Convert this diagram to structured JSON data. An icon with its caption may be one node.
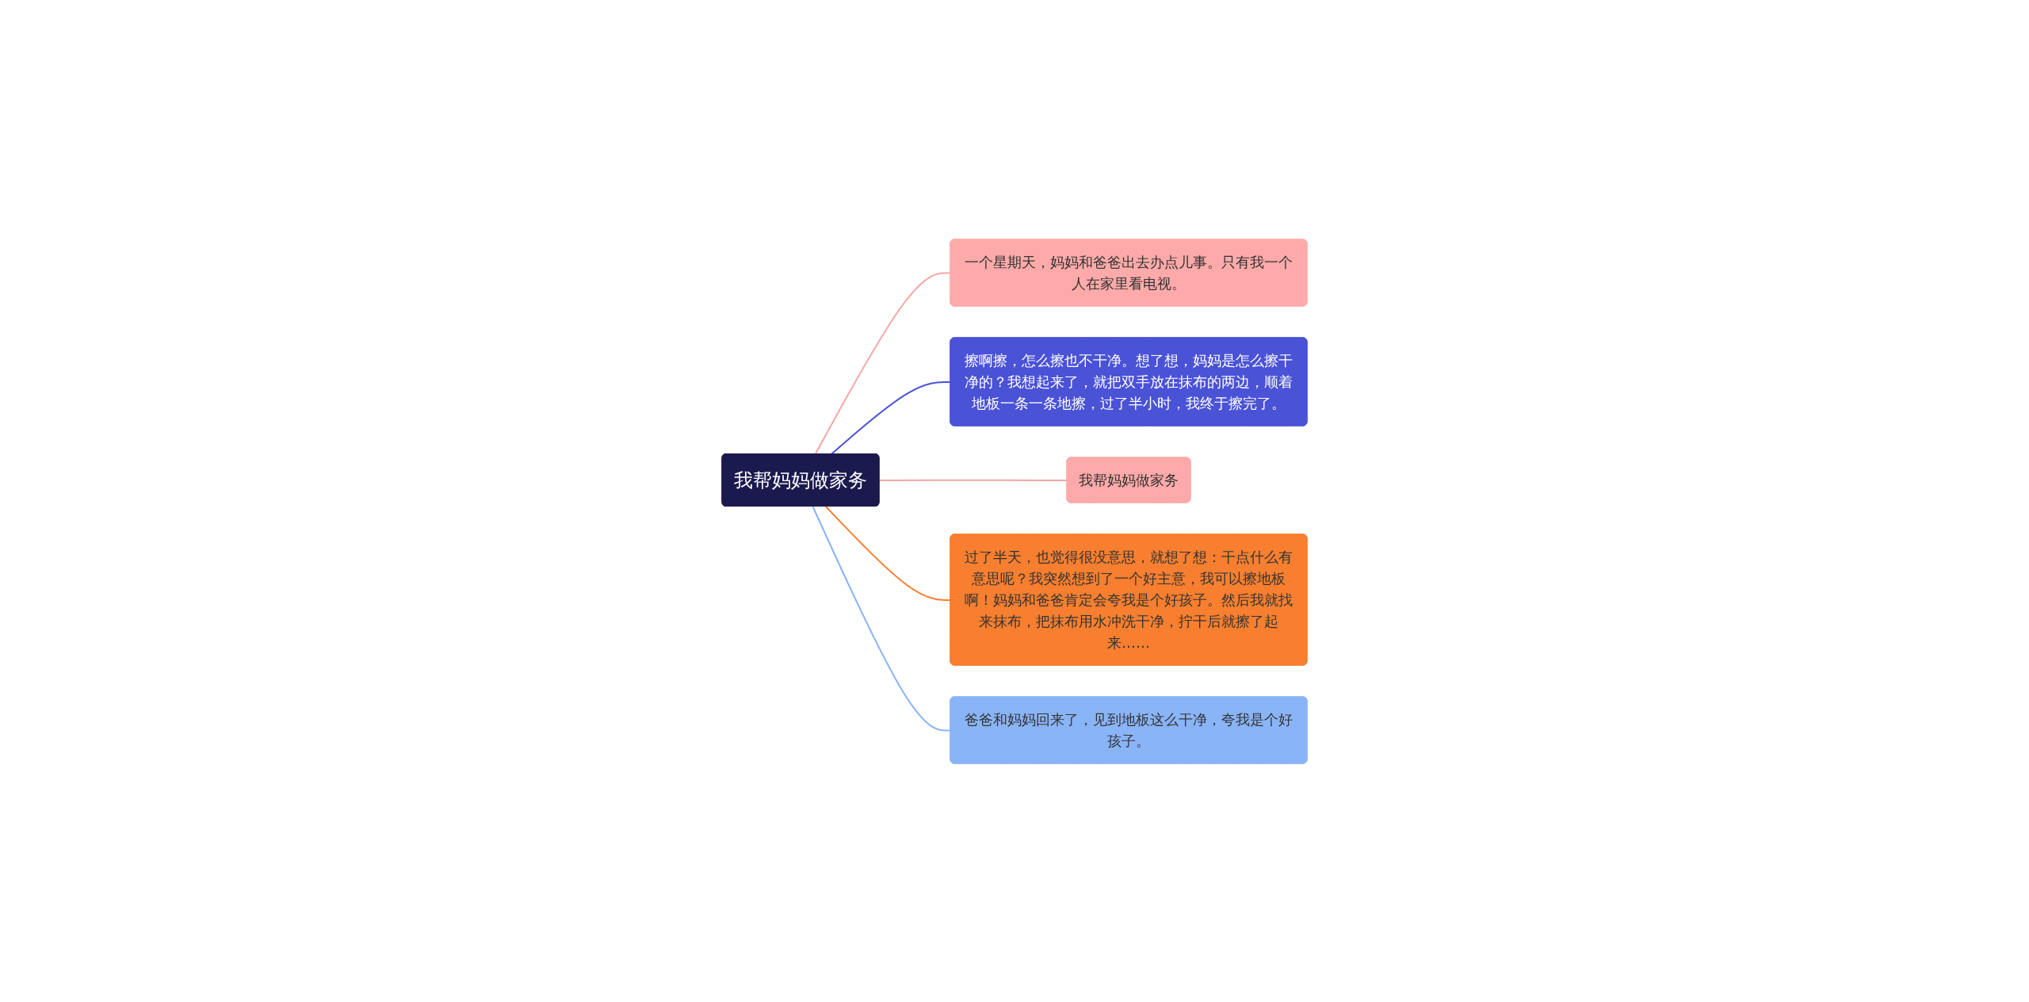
{
  "diagram": {
    "nodes": [
      {
        "text": [
          "我帮妈妈做家务"
        ]
      },
      {
        "text": [
          "一个星期天，妈妈和爸爸出去办点儿事。只有我一个人在家里看电视。"
        ]
      },
      {
        "text": [
          "擦啊擦，怎么擦也不干净。想了想，妈妈是怎么擦干净的？我想起来了，就把双手放在抹布的两边，顺着地板一条一条地擦，过了半小时，我终于擦完了。"
        ]
      },
      {
        "text": [
          "我帮妈妈做家务"
        ]
      },
      {
        "text": [
          "过了半天，也觉得很没意思，就想了想：干点什么有意思呢？我突然想到了一个好主意，我可以擦地板啊！妈妈和爸爸肯定会夸我是个好孩子。然后我就找来抹布，把抹布用水冲洗干净，拧干后就擦了起来……"
        ]
      },
      {
        "text": [
          "爸爸和妈妈回来了，见到地板这么干净，夸我是个好孩子。"
        ]
      }
    ],
    "edges": [
      {
        "from": 0,
        "to": 1,
        "arrow": "none",
        "color": "#f4a6a6"
      },
      {
        "from": 0,
        "to": 2,
        "arrow": "none",
        "color": "#4a52d6"
      },
      {
        "from": 0,
        "to": 3,
        "arrow": "none",
        "color": "#f4a6a6"
      },
      {
        "from": 0,
        "to": 4,
        "arrow": "none",
        "color": "#f77f2f"
      },
      {
        "from": 0,
        "to": 5,
        "arrow": "none",
        "color": "#8ab4f8"
      }
    ]
  }
}
